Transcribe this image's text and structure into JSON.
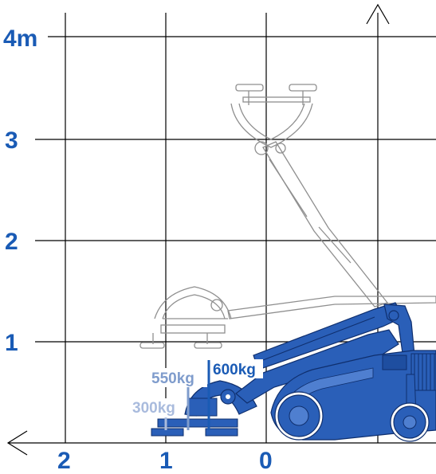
{
  "y_axis": {
    "ticks": [
      "4m",
      "3",
      "2",
      "1"
    ]
  },
  "x_axis": {
    "ticks": [
      "2",
      "1",
      "0"
    ]
  },
  "loads": [
    {
      "label": "600kg",
      "color": "#1a5bb5"
    },
    {
      "label": "550kg",
      "color": "#7f9ccc"
    },
    {
      "label": "300kg",
      "color": "#a9bbdd"
    }
  ],
  "colors": {
    "machine_fill": "#2a5fb8",
    "machine_dark": "#0f2f6e",
    "grid": "#000000",
    "ghost": "#8f8f8f"
  }
}
